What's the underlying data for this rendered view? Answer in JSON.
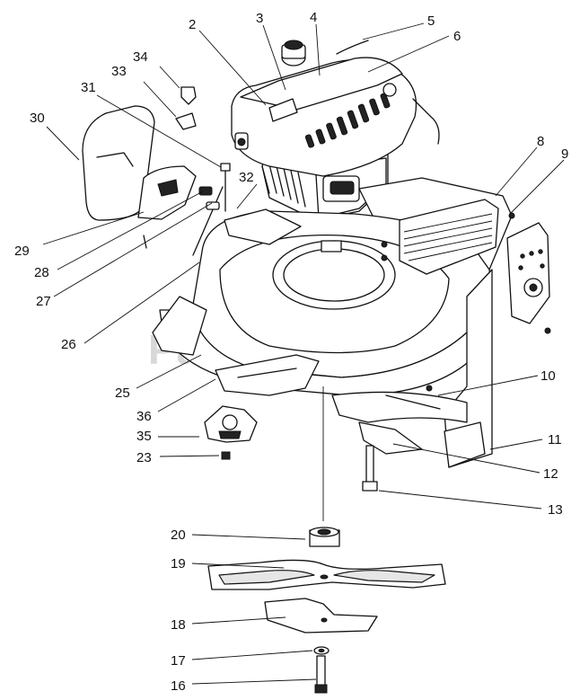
{
  "watermark": "PartsTree",
  "callouts": [
    {
      "id": "c2",
      "text": "2"
    },
    {
      "id": "c3",
      "text": "3"
    },
    {
      "id": "c4",
      "text": "4"
    },
    {
      "id": "c5",
      "text": "5"
    },
    {
      "id": "c6",
      "text": "6"
    },
    {
      "id": "c8",
      "text": "8"
    },
    {
      "id": "c9",
      "text": "9"
    },
    {
      "id": "c10",
      "text": "10"
    },
    {
      "id": "c11",
      "text": "11"
    },
    {
      "id": "c12",
      "text": "12"
    },
    {
      "id": "c13",
      "text": "13"
    },
    {
      "id": "c16",
      "text": "16"
    },
    {
      "id": "c17",
      "text": "17"
    },
    {
      "id": "c18",
      "text": "18"
    },
    {
      "id": "c19",
      "text": "19"
    },
    {
      "id": "c20",
      "text": "20"
    },
    {
      "id": "c23",
      "text": "23"
    },
    {
      "id": "c25",
      "text": "25"
    },
    {
      "id": "c26",
      "text": "26"
    },
    {
      "id": "c27",
      "text": "27"
    },
    {
      "id": "c28",
      "text": "28"
    },
    {
      "id": "c29",
      "text": "29"
    },
    {
      "id": "c30",
      "text": "30"
    },
    {
      "id": "c31",
      "text": "31"
    },
    {
      "id": "c32",
      "text": "32"
    },
    {
      "id": "c33",
      "text": "33"
    },
    {
      "id": "c34",
      "text": "34"
    },
    {
      "id": "c35",
      "text": "35"
    },
    {
      "id": "c36",
      "text": "36"
    }
  ]
}
